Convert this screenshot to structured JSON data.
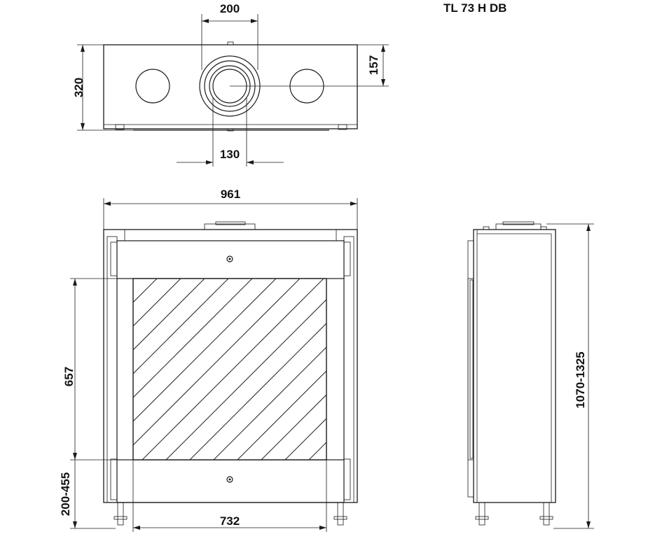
{
  "title": "TL 73 H DB",
  "dimensions": {
    "top_flue_width": "200",
    "top_depth": "320",
    "top_flue_offset": "157",
    "top_flue_inner": "130",
    "front_width": "961",
    "front_glass_height": "657",
    "front_leg_height": "200-455",
    "front_glass_width": "732",
    "side_total_height": "1070-1325"
  }
}
